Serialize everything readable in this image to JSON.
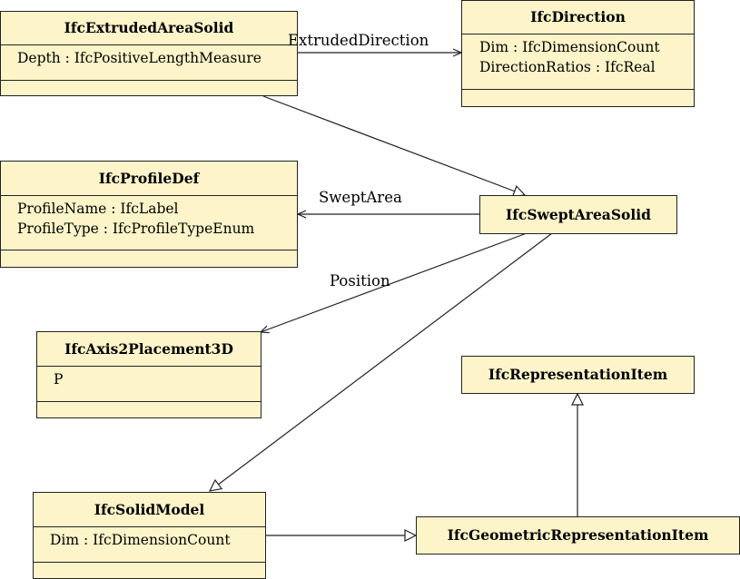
{
  "classes": {
    "extruded_area_solid": {
      "name": "IfcExtrudedAreaSolid",
      "attributes": [
        "Depth : IfcPositiveLengthMeasure"
      ]
    },
    "direction": {
      "name": "IfcDirection",
      "attributes": [
        "Dim : IfcDimensionCount",
        "DirectionRatios : IfcReal"
      ]
    },
    "profile_def": {
      "name": "IfcProfileDef",
      "attributes": [
        "ProfileName : IfcLabel",
        "ProfileType : IfcProfileTypeEnum"
      ]
    },
    "swept_area_solid": {
      "name": "IfcSweptAreaSolid"
    },
    "axis2_placement_3d": {
      "name": "IfcAxis2Placement3D",
      "attributes": [
        "P"
      ]
    },
    "representation_item": {
      "name": "IfcRepresentationItem"
    },
    "solid_model": {
      "name": "IfcSolidModel",
      "attributes": [
        "Dim : IfcDimensionCount"
      ]
    },
    "geometric_representation_item": {
      "name": "IfcGeometricRepresentationItem"
    }
  },
  "associations": {
    "extruded_direction": "ExtrudedDirection",
    "swept_area": "SweptArea",
    "position": "Position"
  },
  "colors": {
    "class_fill": "#fdf5c9",
    "stroke": "#222222"
  }
}
